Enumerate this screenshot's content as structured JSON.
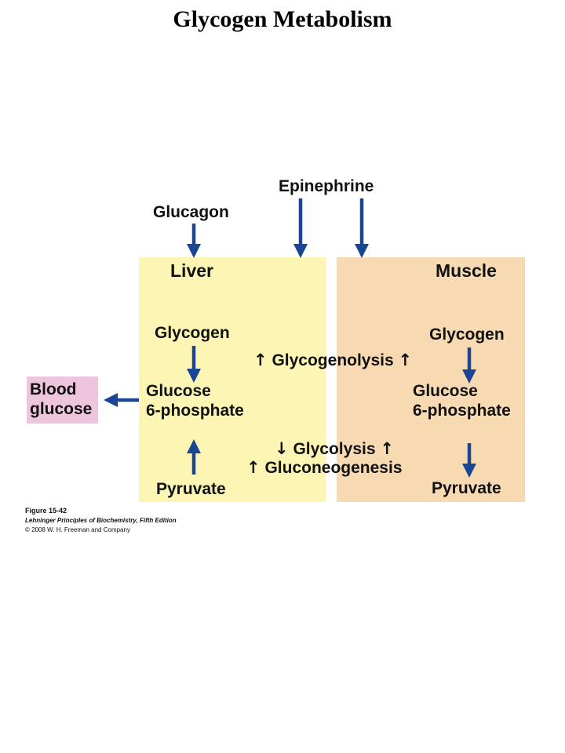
{
  "title": "Glycogen Metabolism",
  "colors": {
    "liver_panel": "#fdf5b4",
    "muscle_panel": "#f8dab2",
    "blood_panel": "#edc6dd",
    "arrow": "#1a4594"
  },
  "labels": {
    "glucagon": "Glucagon",
    "epinephrine": "Epinephrine",
    "liver": "Liver",
    "muscle": "Muscle",
    "liver_glycogen": "Glycogen",
    "liver_glucose": "Glucose",
    "liver_g6p": "6-phosphate",
    "liver_pyruvate": "Pyruvate",
    "muscle_glycogen": "Glycogen",
    "muscle_glucose": "Glucose",
    "muscle_g6p": "6-phosphate",
    "muscle_pyruvate": "Pyruvate",
    "blood_line1": "Blood",
    "blood_line2": "glucose",
    "glycogenolysis": "Glycogenolysis",
    "glycolysis": "Glycolysis",
    "gluconeogenesis": "Gluconeogenesis"
  },
  "symbols": {
    "up": "↑",
    "down": "↓"
  },
  "caption": {
    "figure": "Figure 15-42",
    "book": "Lehninger Principles of Biochemistry, Fifth Edition",
    "copyright": "© 2008 W. H. Freeman and Company"
  }
}
